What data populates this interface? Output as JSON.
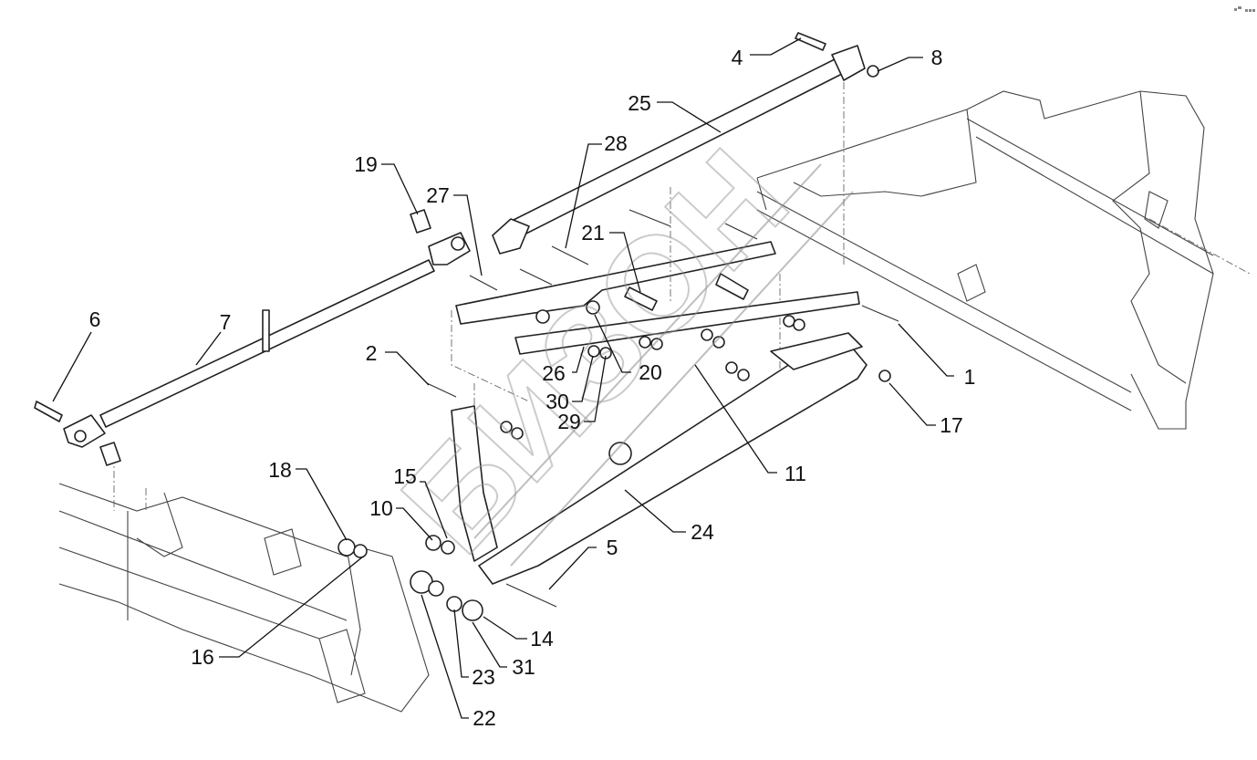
{
  "diagram": {
    "type": "exploded parts diagram",
    "watermark": "БИЗОН",
    "callouts": [
      "1",
      "2",
      "4",
      "5",
      "6",
      "7",
      "8",
      "10",
      "11",
      "14",
      "15",
      "16",
      "17",
      "18",
      "19",
      "20",
      "21",
      "22",
      "23",
      "24",
      "25",
      "26",
      "27",
      "28",
      "29",
      "30",
      "31"
    ]
  }
}
